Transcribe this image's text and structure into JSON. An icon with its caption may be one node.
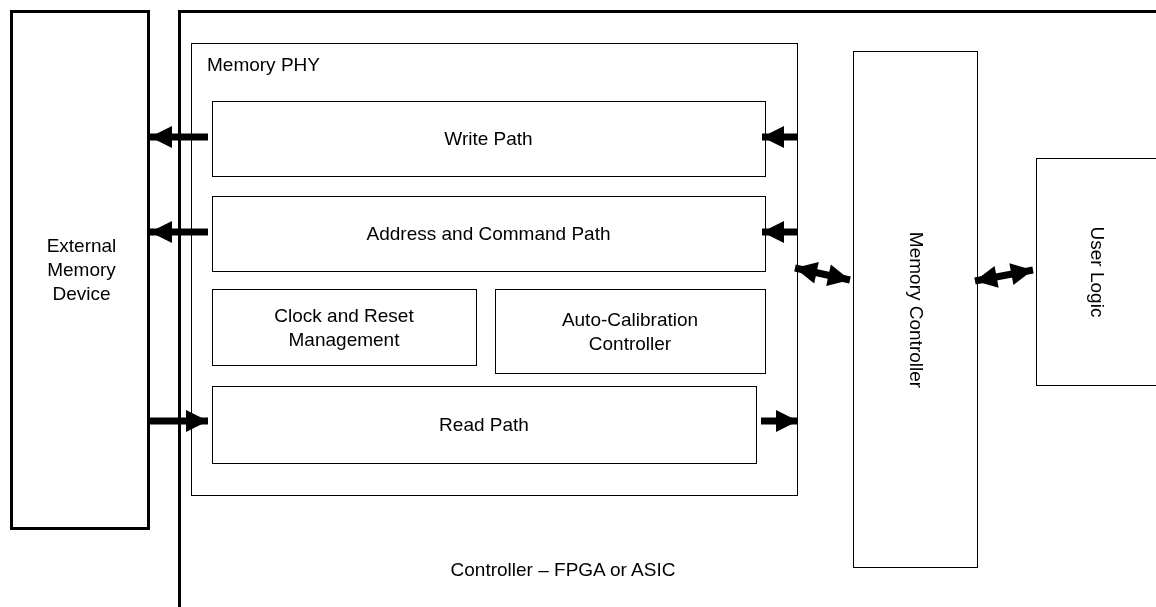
{
  "diagram": {
    "nodes": [
      {
        "text": [
          "External Memory Device"
        ]
      },
      {
        "text": [
          "Controller – FPGA or ASIC"
        ]
      },
      {
        "text": [
          "Memory PHY"
        ],
        "in": 1
      },
      {
        "text": [
          "Write Path"
        ],
        "in": 2
      },
      {
        "text": [
          "Address and Command Path"
        ],
        "in": 2
      },
      {
        "text": [
          "Clock and Reset Management"
        ],
        "in": 2
      },
      {
        "text": [
          "Auto-Calibration Controller"
        ],
        "in": 2
      },
      {
        "text": [
          "Read Path"
        ],
        "in": 2
      },
      {
        "text": [
          "Memory Controller"
        ],
        "in": 1
      },
      {
        "text": [
          "User Logic"
        ],
        "in": 1
      }
    ],
    "edges": [
      {
        "from": 3,
        "to": 0,
        "arrow": "to"
      },
      {
        "from": 2,
        "to": 3,
        "arrow": "to"
      },
      {
        "from": 4,
        "to": 0,
        "arrow": "to"
      },
      {
        "from": 2,
        "to": 4,
        "arrow": "to"
      },
      {
        "from": 0,
        "to": 7,
        "arrow": "to"
      },
      {
        "from": 7,
        "to": 2,
        "arrow": "to"
      },
      {
        "from": 2,
        "to": 8,
        "arrow": "both"
      },
      {
        "from": 8,
        "to": 9,
        "arrow": "both"
      }
    ]
  }
}
